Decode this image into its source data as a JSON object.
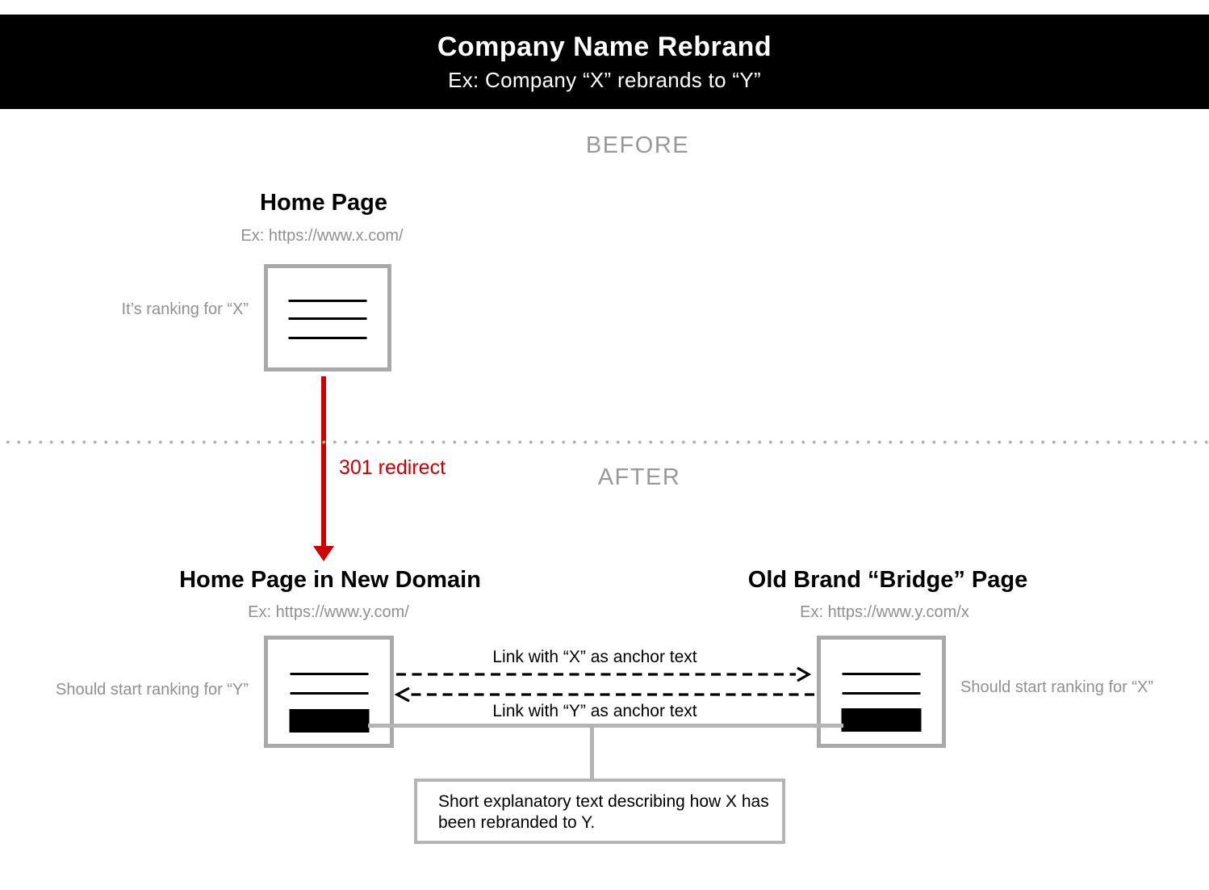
{
  "header": {
    "title": "Company Name Rebrand",
    "subtitle": "Ex: Company “X” rebrands to “Y”"
  },
  "before": {
    "section_label": "BEFORE",
    "home": {
      "title": "Home Page",
      "url": "Ex: https://www.x.com/",
      "note": "It’s ranking for “X”"
    }
  },
  "redirect_label": "301 redirect",
  "after": {
    "section_label": "AFTER",
    "new_home": {
      "title": "Home Page in New Domain",
      "url": "Ex: https://www.y.com/",
      "note": "Should start ranking for “Y”"
    },
    "bridge": {
      "title": "Old Brand “Bridge” Page",
      "url": "Ex: https://www.y.com/x",
      "note": "Should start ranking for “X”"
    },
    "link_to_bridge": "Link with “X” as anchor text",
    "link_to_home": "Link with “Y” as anchor text",
    "explanation": "Short explanatory text describing how X has been rebranded to Y."
  },
  "colors": {
    "header_bg": "#000000",
    "accent_red": "#cc0000",
    "gray_text": "#909090",
    "box_border": "#a9a9a9",
    "connector_gray": "#b5b5b5"
  }
}
